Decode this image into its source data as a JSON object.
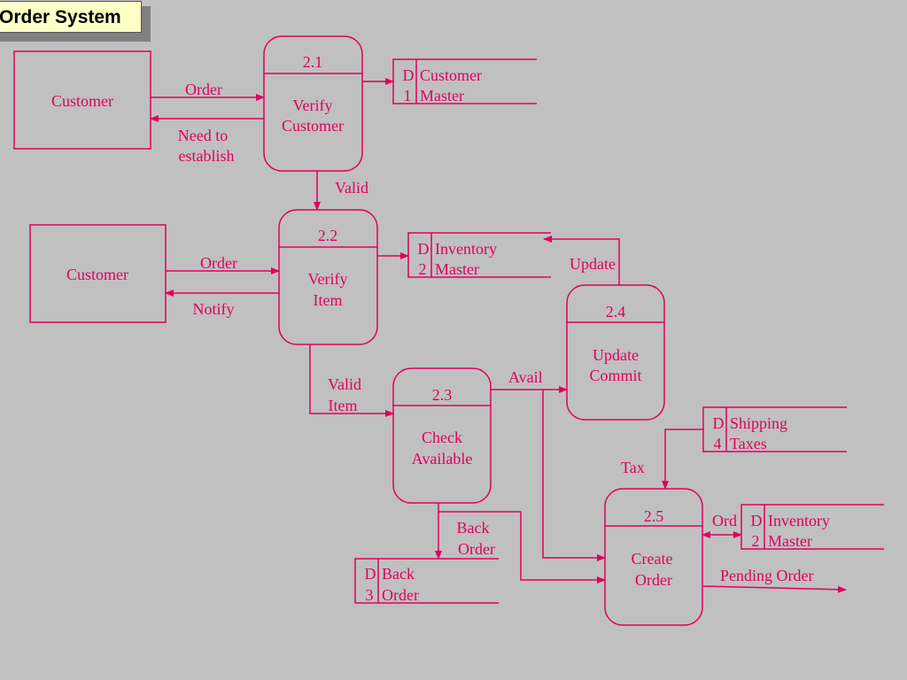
{
  "title": "Order System",
  "colors": {
    "accent": "#e0005a",
    "background": "#c0c0c0",
    "title_bg": "#ffffc8"
  },
  "entities": [
    {
      "id": "customer-1",
      "label": "Customer"
    },
    {
      "id": "customer-2",
      "label": "Customer"
    }
  ],
  "processes": [
    {
      "id": "p21",
      "number": "2.1",
      "line1": "Verify",
      "line2": "Customer"
    },
    {
      "id": "p22",
      "number": "2.2",
      "line1": "Verify",
      "line2": "Item"
    },
    {
      "id": "p23",
      "number": "2.3",
      "line1": "Check",
      "line2": "Available"
    },
    {
      "id": "p24",
      "number": "2.4",
      "line1": "Update",
      "line2": "Commit"
    },
    {
      "id": "p25",
      "number": "2.5",
      "line1": "Create",
      "line2": "Order"
    }
  ],
  "stores": [
    {
      "id": "d1",
      "prefix": "D",
      "num": "1",
      "line1": "Customer",
      "line2": "Master"
    },
    {
      "id": "d2a",
      "prefix": "D",
      "num": "2",
      "line1": "Inventory",
      "line2": "Master"
    },
    {
      "id": "d3",
      "prefix": "D",
      "num": "3",
      "line1": "Back",
      "line2": "Order"
    },
    {
      "id": "d4",
      "prefix": "D",
      "num": "4",
      "line1": "Shipping",
      "line2": "Taxes"
    },
    {
      "id": "d2b",
      "prefix": "D",
      "num": "2",
      "line1": "Inventory",
      "line2": "Master"
    }
  ],
  "flows": {
    "order_1": "Order",
    "need_line1": "Need to",
    "need_line2": "establish",
    "valid": "Valid",
    "order_2": "Order",
    "notify": "Notify",
    "update": "Update",
    "valid_item_line1": "Valid",
    "valid_item_line2": "Item",
    "avail": "Avail",
    "tax": "Tax",
    "back_order_line1": "Back",
    "back_order_line2": "Order",
    "ord": "Ord",
    "pending_order": "Pending Order"
  }
}
